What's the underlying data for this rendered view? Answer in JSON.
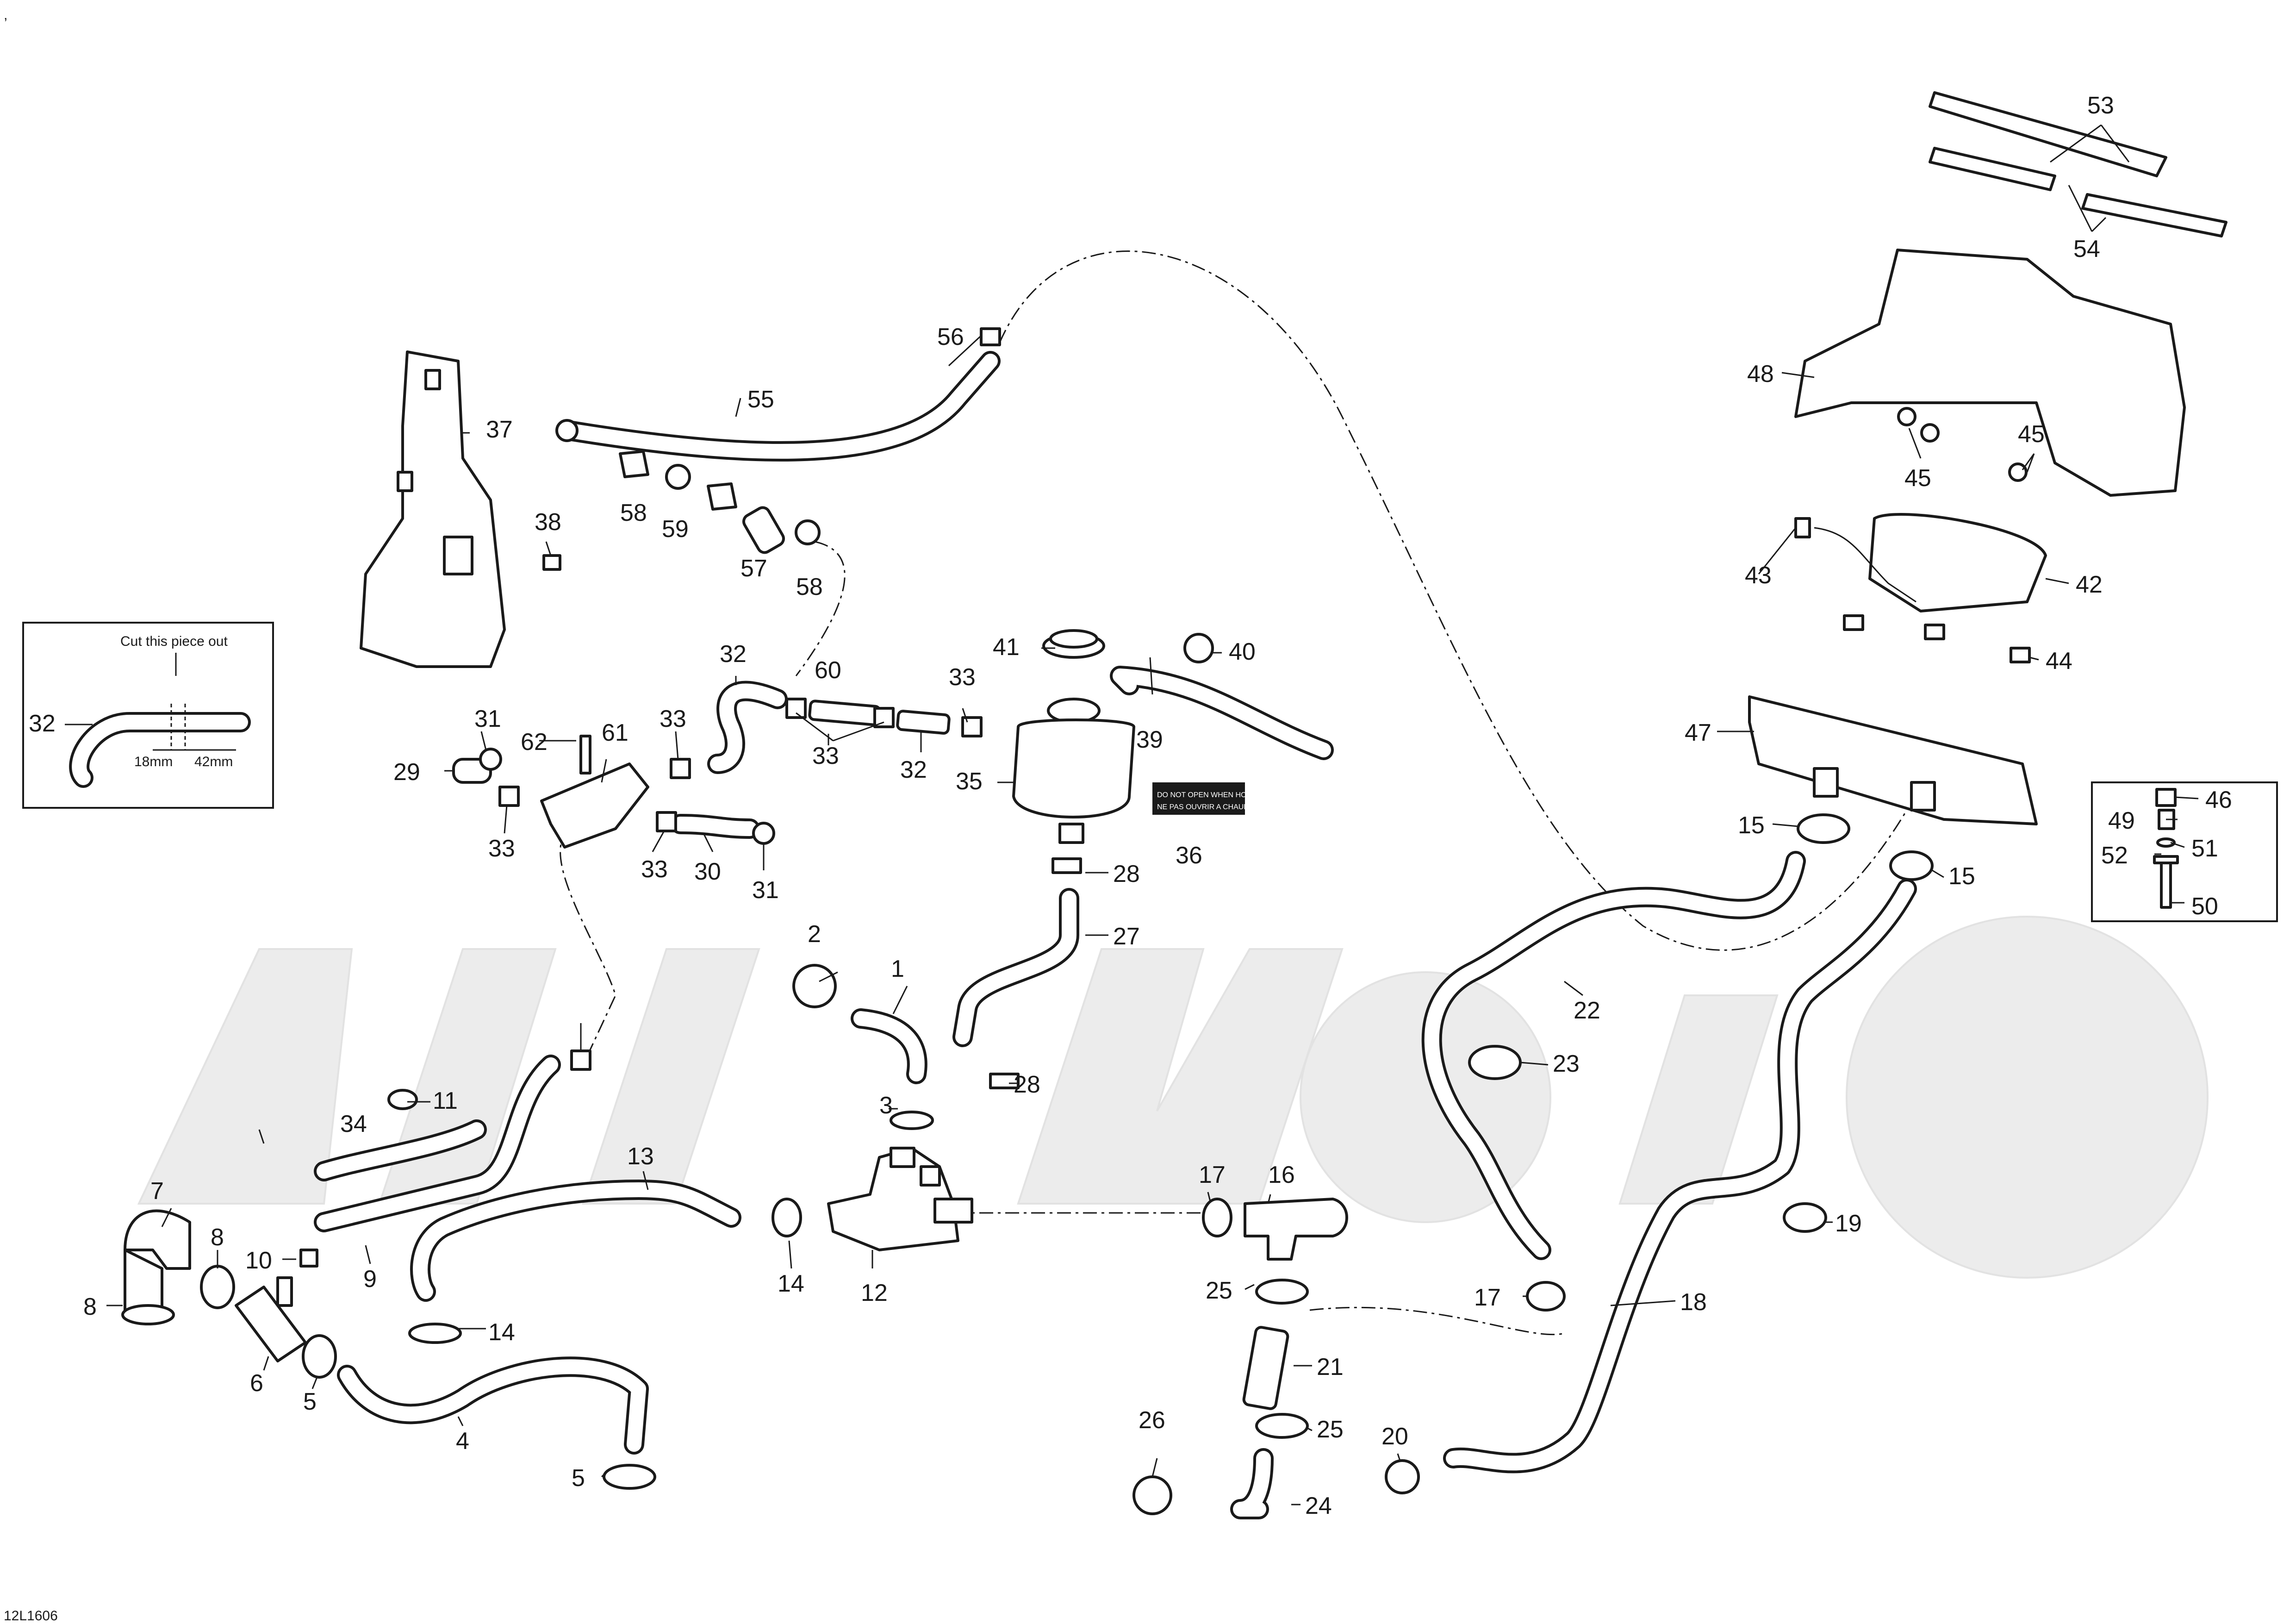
{
  "document": {
    "top_mark": ",",
    "drawing_ref": "12L1606"
  },
  "inset_left": {
    "instruction": "Cut this piece out",
    "dim_a": "18mm",
    "dim_b": "42mm",
    "part_number": "32"
  },
  "label_36": {
    "line1": "DO NOT OPEN WHEN HOT",
    "line2": "NE PAS OUVRIR A CHAUD"
  },
  "callouts": {
    "c1": "1",
    "c2": "2",
    "c3": "3",
    "c4": "4",
    "c5a": "5",
    "c5b": "5",
    "c6": "6",
    "c7": "7",
    "c8a": "8",
    "c8b": "8",
    "c9": "9",
    "c10": "10",
    "c11": "11",
    "c12": "12",
    "c13": "13",
    "c14a": "14",
    "c14b": "14",
    "c15a": "15",
    "c15b": "15",
    "c16": "16",
    "c17a": "17",
    "c17b": "17",
    "c18": "18",
    "c19": "19",
    "c20": "20",
    "c21": "21",
    "c22": "22",
    "c23": "23",
    "c24": "24",
    "c25a": "25",
    "c25b": "25",
    "c26": "26",
    "c27": "27",
    "c28a": "28",
    "c28b": "28",
    "c29": "29",
    "c30": "30",
    "c31a": "31",
    "c31b": "31",
    "c32a": "32",
    "c32b": "32",
    "c33a": "33",
    "c33b": "33",
    "c33c": "33",
    "c33d": "33",
    "c33e": "33",
    "c34": "34",
    "c35": "35",
    "c36": "36",
    "c37": "37",
    "c38": "38",
    "c39": "39",
    "c40": "40",
    "c41": "41",
    "c42": "42",
    "c43": "43",
    "c44": "44",
    "c45a": "45",
    "c45b": "45",
    "c46": "46",
    "c47": "47",
    "c48": "48",
    "c49": "49",
    "c50": "50",
    "c51": "51",
    "c52": "52",
    "c53": "53",
    "c54": "54",
    "c55": "55",
    "c56": "56",
    "c57": "57",
    "c58a": "58",
    "c58b": "58",
    "c59": "59",
    "c60": "60",
    "c61": "61",
    "c62": "62"
  }
}
